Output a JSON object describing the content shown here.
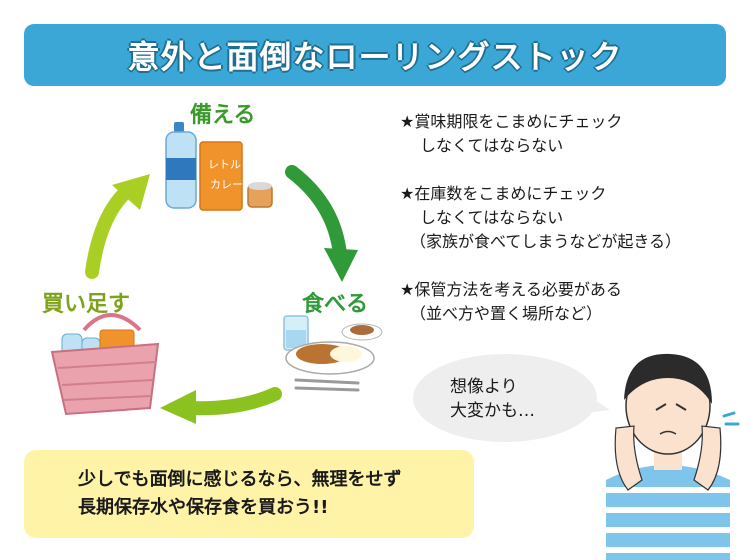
{
  "header": {
    "title": "意外と面倒なローリングストック"
  },
  "cycle": {
    "stock_label": "備える",
    "eat_label": "食べる",
    "buy_label": "買い足す",
    "retort_text": "レトルトカレー"
  },
  "notes": [
    {
      "lines": [
        "★賞味期限をこまめにチェック",
        "しなくてはならない"
      ]
    },
    {
      "lines": [
        "★在庫数をこまめにチェック",
        "しなくてはならない",
        "（家族が食べてしまうなどが起きる）"
      ]
    },
    {
      "lines": [
        "★保管方法を考える必要がある",
        "（並べ方や置く場所など）"
      ]
    }
  ],
  "speech": {
    "line1": "想像より",
    "line2": "大変かも…"
  },
  "callout": {
    "line1": "少しでも面倒に感じるなら、無理をせず",
    "line2": "長期保存水や保存食を買おう!!"
  },
  "colors": {
    "banner": "#3ba7d6",
    "arrow_dark_green": "#2f9a37",
    "arrow_light_green": "#9ccc25",
    "callout_bg": "#fff3a8",
    "basket": "#e79aa6"
  }
}
